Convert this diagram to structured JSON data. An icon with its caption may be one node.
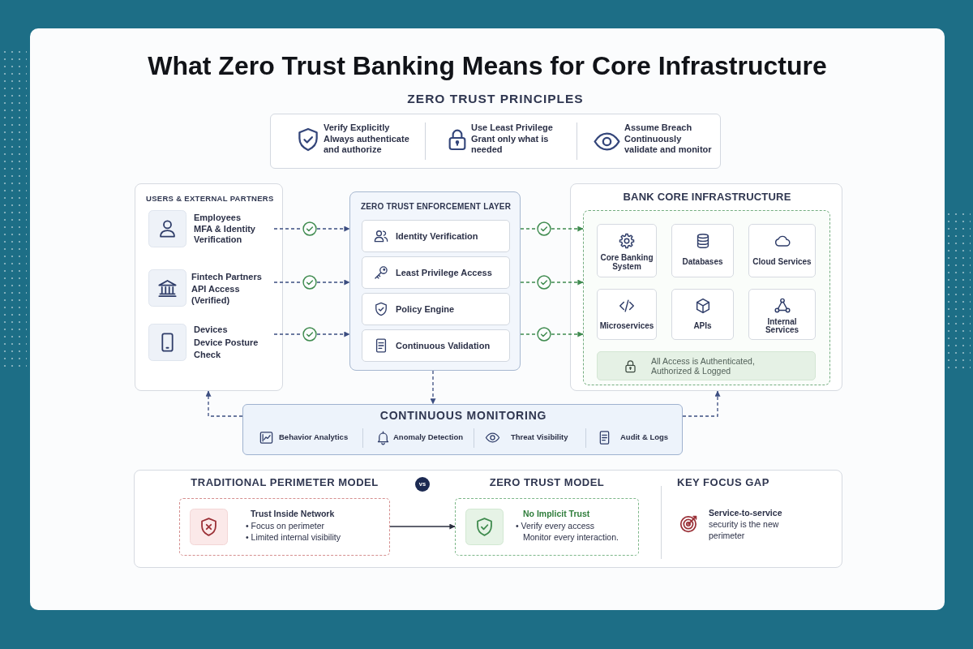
{
  "diagram": {
    "title": "What Zero Trust Banking Means for Core Infrastructure",
    "nodes": [
      {
        "text": [
          "ZERO TRUST PRINCIPLES",
          "Verify Explicitly",
          "Always authenticate and authorize",
          "Use Least Privilege",
          "Grant only what is needed",
          "Assume Breach",
          "Continuously validate and monitor"
        ]
      },
      {
        "text": [
          "USERS & EXTERNAL PARTNERS"
        ]
      },
      {
        "text": [
          "Employees",
          "MFA & Identity Verification"
        ],
        "in": 1
      },
      {
        "text": [
          "Fintech Partners",
          "API Access (Verified)"
        ],
        "in": 1
      },
      {
        "text": [
          "Devices",
          "Device Posture Check"
        ],
        "in": 1
      },
      {
        "text": [],
        "shape": "circle"
      },
      {
        "text": [],
        "shape": "circle"
      },
      {
        "text": [],
        "shape": "circle"
      },
      {
        "text": [
          "ZERO TRUST ENFORCEMENT LAYER"
        ]
      },
      {
        "text": [
          "Identity Verification"
        ],
        "in": 8
      },
      {
        "text": [
          "Least Privilege Access"
        ],
        "in": 8
      },
      {
        "text": [
          "Policy Engine"
        ],
        "in": 8
      },
      {
        "text": [
          "Continuous Validation"
        ],
        "in": 8
      },
      {
        "text": [],
        "shape": "circle"
      },
      {
        "text": [],
        "shape": "circle"
      },
      {
        "text": [],
        "shape": "circle"
      },
      {
        "text": [
          "BANK CORE INFRASTRUCTURE"
        ]
      },
      {
        "text": [],
        "shape": "box",
        "in": 16
      },
      {
        "text": [
          "Core Banking System"
        ],
        "in": 17
      },
      {
        "text": [
          "Databases"
        ],
        "in": 17
      },
      {
        "text": [
          "Cloud Services"
        ],
        "in": 17
      },
      {
        "text": [
          "Microservices"
        ],
        "in": 17
      },
      {
        "text": [
          "APIs"
        ],
        "in": 17
      },
      {
        "text": [
          "Internal Services"
        ],
        "in": 17
      },
      {
        "text": [
          "All Access is Authenticated, Authorized & Logged"
        ],
        "in": 17
      },
      {
        "text": [
          "CONTINUOUS MONITORING",
          "Behavior Analytics",
          "Anomaly Detection",
          "Threat Visibility",
          "Audit & Logs"
        ]
      },
      {
        "text": [
          "KEY FOCUS GAP",
          "**Service-to-service** security is the new perimeter"
        ]
      },
      {
        "text": [
          "TRADITIONAL PERIMETER MODEL",
          "Trust Inside Network",
          "• Focus on perimeter",
          "• Limited internal visibility"
        ],
        "in": 26
      },
      {
        "text": [
          "vs"
        ],
        "in": 26
      },
      {
        "text": [
          "ZERO TRUST MODEL",
          "No Implicit Trust",
          "• Verify every access",
          "Monitor every interaction."
        ],
        "in": 26
      }
    ],
    "edges": [
      {
        "from": 2,
        "to": 5,
        "arrow": "none",
        "style": "dashed"
      },
      {
        "from": 5,
        "to": 8,
        "arrow": "to",
        "style": "dashed"
      },
      {
        "from": 3,
        "to": 6,
        "arrow": "none",
        "style": "dashed"
      },
      {
        "from": 6,
        "to": 8,
        "arrow": "to",
        "style": "dashed"
      },
      {
        "from": 4,
        "to": 7,
        "arrow": "none",
        "style": "dashed"
      },
      {
        "from": 7,
        "to": 8,
        "arrow": "to",
        "style": "dashed"
      },
      {
        "from": 8,
        "to": 13,
        "arrow": "none",
        "style": "dashed",
        "color": "#3f8b4f"
      },
      {
        "from": 13,
        "to": 17,
        "arrow": "to",
        "style": "dashed",
        "color": "#3f8b4f"
      },
      {
        "from": 8,
        "to": 14,
        "arrow": "none",
        "style": "dashed",
        "color": "#3f8b4f"
      },
      {
        "from": 14,
        "to": 17,
        "arrow": "to",
        "style": "dashed",
        "color": "#3f8b4f"
      },
      {
        "from": 8,
        "to": 15,
        "arrow": "none",
        "style": "dashed",
        "color": "#3f8b4f"
      },
      {
        "from": 15,
        "to": 17,
        "arrow": "to",
        "style": "dashed",
        "color": "#3f8b4f"
      },
      {
        "from": 8,
        "to": 25,
        "arrow": "to",
        "style": "dashed"
      },
      {
        "from": 25,
        "to": 1,
        "arrow": "to",
        "style": "dashed"
      },
      {
        "from": 25,
        "to": 16,
        "arrow": "to",
        "style": "dashed"
      },
      {
        "from": 27,
        "to": 29,
        "arrow": "to",
        "color": "#2b2f3f"
      }
    ]
  }
}
